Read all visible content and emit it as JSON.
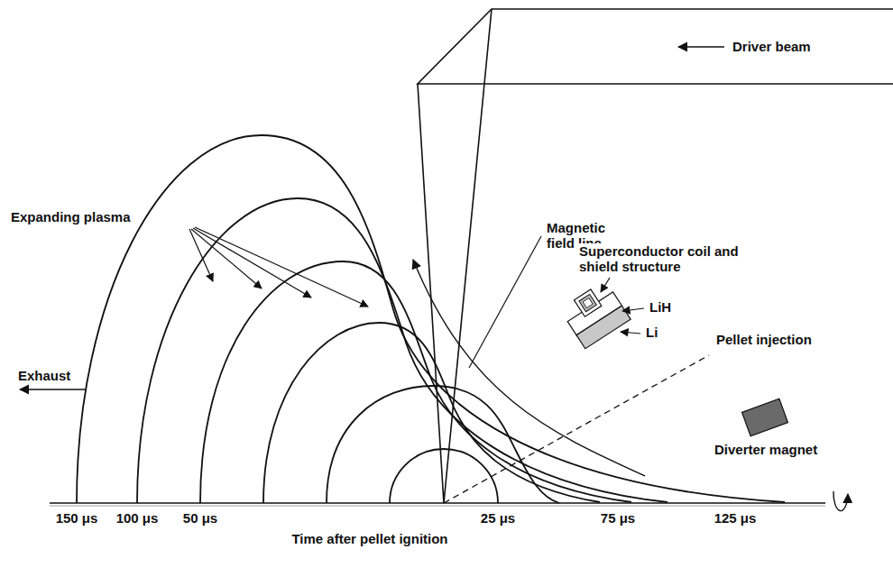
{
  "diagram": {
    "labels": [
      "Driver beam",
      "Expanding plasma",
      "Magnetic field line",
      "Superconductor coil and shield structure",
      "LiH",
      "Li",
      "Pellet injection",
      "Exhaust",
      "Diverter magnet",
      "150 μs",
      "100 μs",
      "50 μs",
      "25 μs",
      "75 μs",
      "125 μs",
      "Time after pellet ignition"
    ]
  }
}
